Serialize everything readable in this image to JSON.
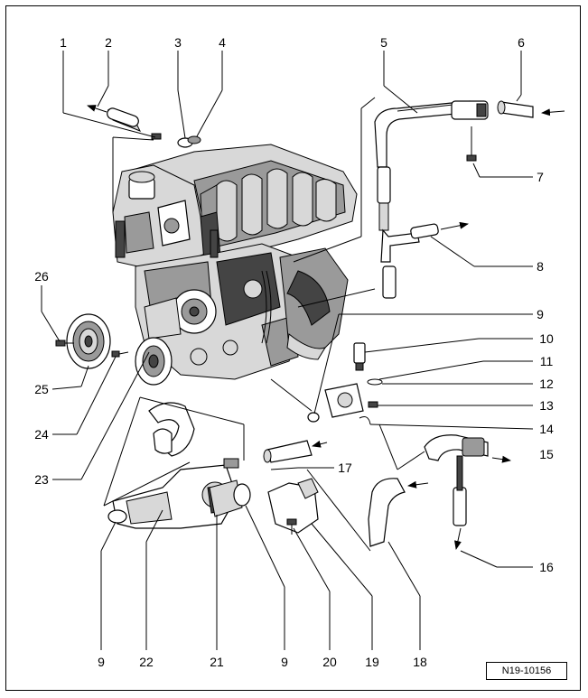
{
  "diagram": {
    "reference_code": "N19-10156",
    "callouts": [
      "1",
      "2",
      "3",
      "4",
      "5",
      "6",
      "7",
      "8",
      "9",
      "10",
      "11",
      "12",
      "13",
      "14",
      "15",
      "16",
      "17",
      "18",
      "19",
      "20",
      "21",
      "22",
      "23",
      "24",
      "25",
      "26"
    ],
    "bottom_callouts": [
      "9",
      "22",
      "21",
      "9",
      "20",
      "19",
      "18"
    ]
  }
}
